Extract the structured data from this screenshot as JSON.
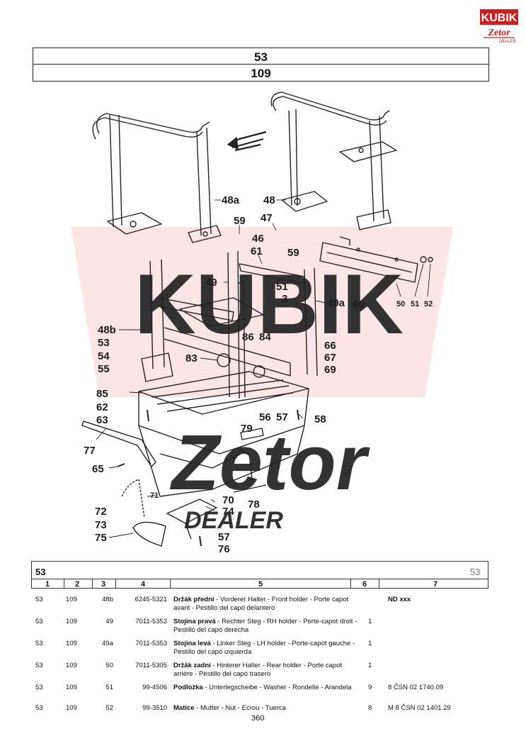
{
  "header": {
    "group": "53",
    "subgroup": "109"
  },
  "logo": {
    "brand_top": "KUBIK",
    "brand_bottom": "Zetor",
    "brand_sub": "DEALER",
    "color": "#c8201e"
  },
  "watermark": {
    "text": "KUBIK Zetor DEALER",
    "color": "#f6d3d3"
  },
  "callouts": [
    "48a",
    "48",
    "59",
    "47",
    "46",
    "61",
    "59",
    "49",
    "51",
    "3",
    "49a",
    "60",
    "50",
    "51",
    "52",
    "48b",
    "53",
    "54",
    "55",
    "83",
    "86",
    "84",
    "66",
    "67",
    "69",
    "85",
    "62",
    "63",
    "77",
    "58",
    "56",
    "57",
    "79",
    "65",
    "71",
    "72",
    "73",
    "75",
    "70",
    "74",
    "78",
    "57",
    "76"
  ],
  "table": {
    "group_code_left": "53",
    "group_code_right": "53",
    "columns": [
      "1",
      "2",
      "3",
      "4",
      "5",
      "6",
      "7"
    ],
    "rows": [
      {
        "c1": "53",
        "c2": "109",
        "c3": "48b",
        "c4": "6245-5321",
        "name": "Držák přední",
        "desc": " - Vorderer Halter - Front holder - Porte capot avant - Pestillo del capó delantero",
        "qty": "",
        "note": "ND   xxx"
      },
      {
        "c1": "53",
        "c2": "109",
        "c3": "49",
        "c4": "7011-5352",
        "name": "Stojina pravá",
        "desc": " - Rechter Steg - RH holder - Porte-capot droit - Pestillo del capó derecha",
        "qty": "1",
        "note": ""
      },
      {
        "c1": "53",
        "c2": "109",
        "c3": "49a",
        "c4": "7011-5353",
        "name": "Stojina levá",
        "desc": " - Linker Steg - LH holder - Porte-capot gauche - Pestillo del capó izquierda",
        "qty": "1",
        "note": ""
      },
      {
        "c1": "53",
        "c2": "109",
        "c3": "50",
        "c4": "7011-5305",
        "name": "Držák zadní",
        "desc": " - Hinterer Halter - Rear holder - Porte capot arrière - Pestillo del capó trasero",
        "qty": "1",
        "note": ""
      },
      {
        "c1": "53",
        "c2": "109",
        "c3": "51",
        "c4": "99-4506",
        "name": "Podložka",
        "desc": " - Unterlegscheibe - Washer - Rondelle - Arandela",
        "qty": "9",
        "note": "8 ČSN 02 1740.09"
      },
      {
        "c1": "53",
        "c2": "109",
        "c3": "52",
        "c4": "99-3510",
        "name": "Matice",
        "desc": " - Mutter - Nut - Ecrou - Tuerca",
        "qty": "8",
        "note": "M 8 ČSN 02 1401.29"
      }
    ]
  },
  "page_number": "360"
}
